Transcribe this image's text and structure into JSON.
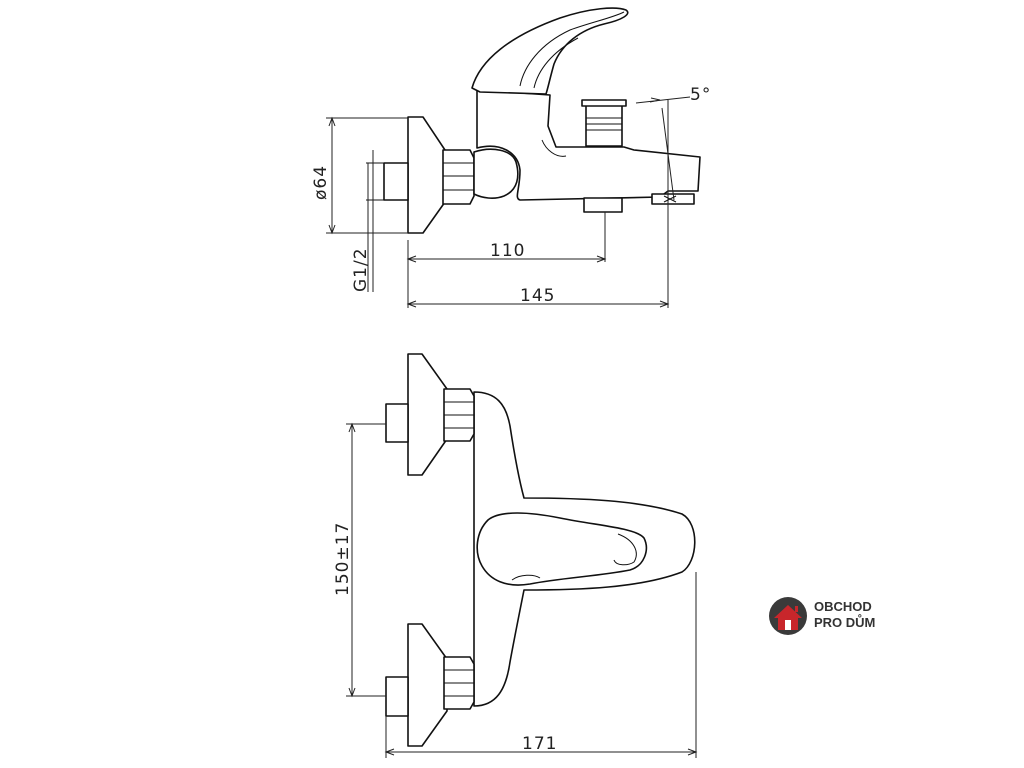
{
  "dimensions": {
    "diameter": "ø64",
    "thread": "G1/2",
    "spout_reach": "110",
    "total_depth": "145",
    "angle": "5°",
    "inlet_spacing": "150±17",
    "total_width": "171"
  },
  "logo": {
    "line1": "OBCHOD",
    "line2": "PRO DŮM",
    "brand_color": "#c8262b",
    "dark_color": "#3a3a3a"
  }
}
